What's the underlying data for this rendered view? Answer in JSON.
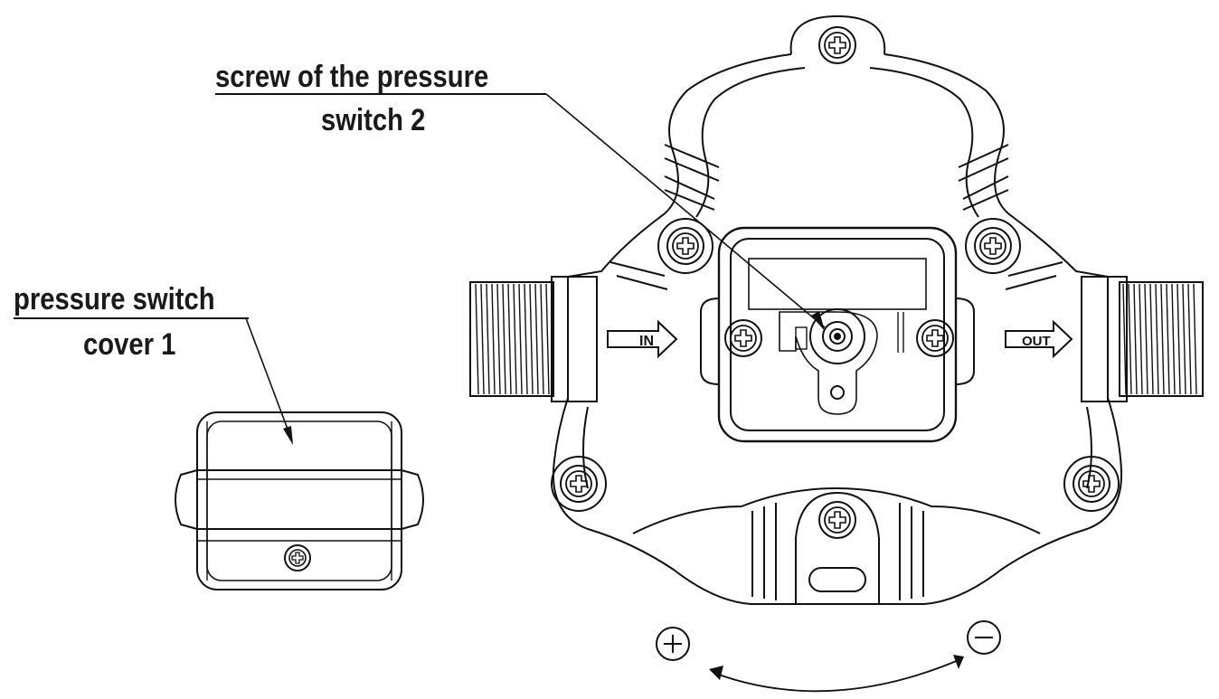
{
  "labels": {
    "screw_line1": "screw of the pressure",
    "screw_line2": "switch 2",
    "cover_line1": "pressure switch",
    "cover_line2": "cover 1"
  },
  "body": {
    "inlet": "IN",
    "outlet": "OUT"
  },
  "adjustment": {
    "increase": "+",
    "decrease": "−"
  }
}
